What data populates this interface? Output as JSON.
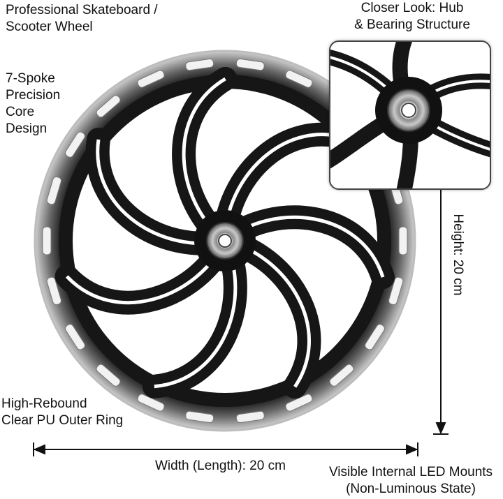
{
  "title": {
    "line1": "Professional Skateboard /",
    "line2": "Scooter Wheel"
  },
  "spoke_label": {
    "line1": "7-Spoke",
    "line2": "Precision",
    "line3": "Core",
    "line4": "Design"
  },
  "ring_label": {
    "line1": "High-Rebound",
    "line2": "Clear PU Outer Ring"
  },
  "zoom_label": {
    "line1": "Closer Look: Hub",
    "line2": "& Bearing Structure"
  },
  "width_label": "Width (Length): 20 cm",
  "height_label": "Height: 20 cm",
  "led_label": {
    "line1": "Visible Internal LED Mounts",
    "line2": "(Non-Luminous State)"
  },
  "colors": {
    "wheel": "#141414",
    "ring": "#d8d8d8",
    "hub": "#9a9a9a",
    "dimension_line": "#111111"
  }
}
